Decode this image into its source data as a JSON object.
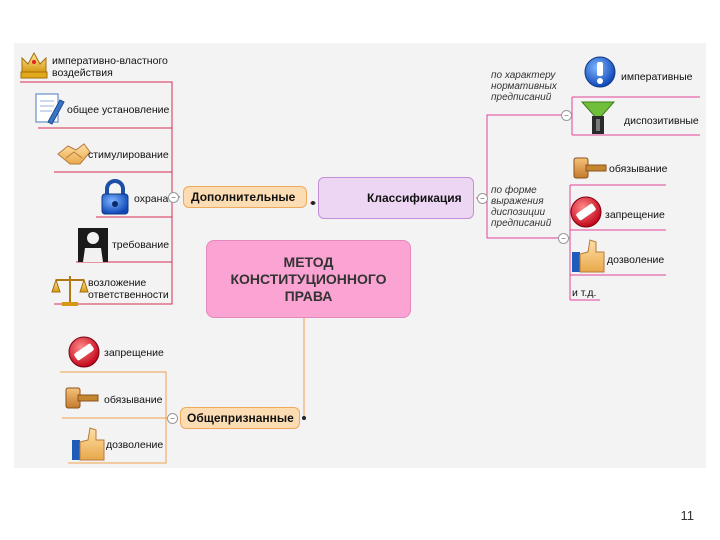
{
  "central": {
    "lines": [
      "МЕТОД",
      "КОНСТИТУЦИОННОГО",
      "ПРАВА"
    ]
  },
  "branches": {
    "additional": {
      "label": "Дополнительные",
      "items": [
        "императивно-властного воздействия",
        "общее установление",
        "стимулирование",
        "охрана",
        "требование",
        "возложение ответственности"
      ]
    },
    "classification": {
      "label": "Классификация",
      "by_character": {
        "label": "по характеру нормативных предписаний",
        "items": [
          "императивные",
          "диспозитивные"
        ]
      },
      "by_form": {
        "label": "по форме выражения диспозиции предписаний",
        "items": [
          "обязывание",
          "запрещение",
          "дозволение",
          "и т.д."
        ]
      }
    },
    "recognized": {
      "label": "Общепризнанные",
      "items": [
        "запрещение",
        "обязывание",
        "дозволение"
      ]
    }
  },
  "page_number": "11",
  "colors": {
    "left_links": "#d92d56",
    "right_links": "#e1449a",
    "bottom_links": "#f1a24e",
    "central_fill": "#fba3d2",
    "orange_node": "#fcdcb2",
    "violet_node": "#ecd6f4"
  },
  "icons": {
    "additional": [
      "crown-icon",
      "document-pencil-icon",
      "handshake-icon",
      "padlock-icon",
      "officer-icon",
      "scales-icon"
    ],
    "by_character": [
      "exclamation-icon",
      "broken-link-icon"
    ],
    "by_form": [
      "gavel-icon",
      "no-entry-icon",
      "thumbs-up-icon"
    ],
    "recognized": [
      "no-entry-icon",
      "gavel-icon",
      "thumbs-up-icon"
    ]
  }
}
